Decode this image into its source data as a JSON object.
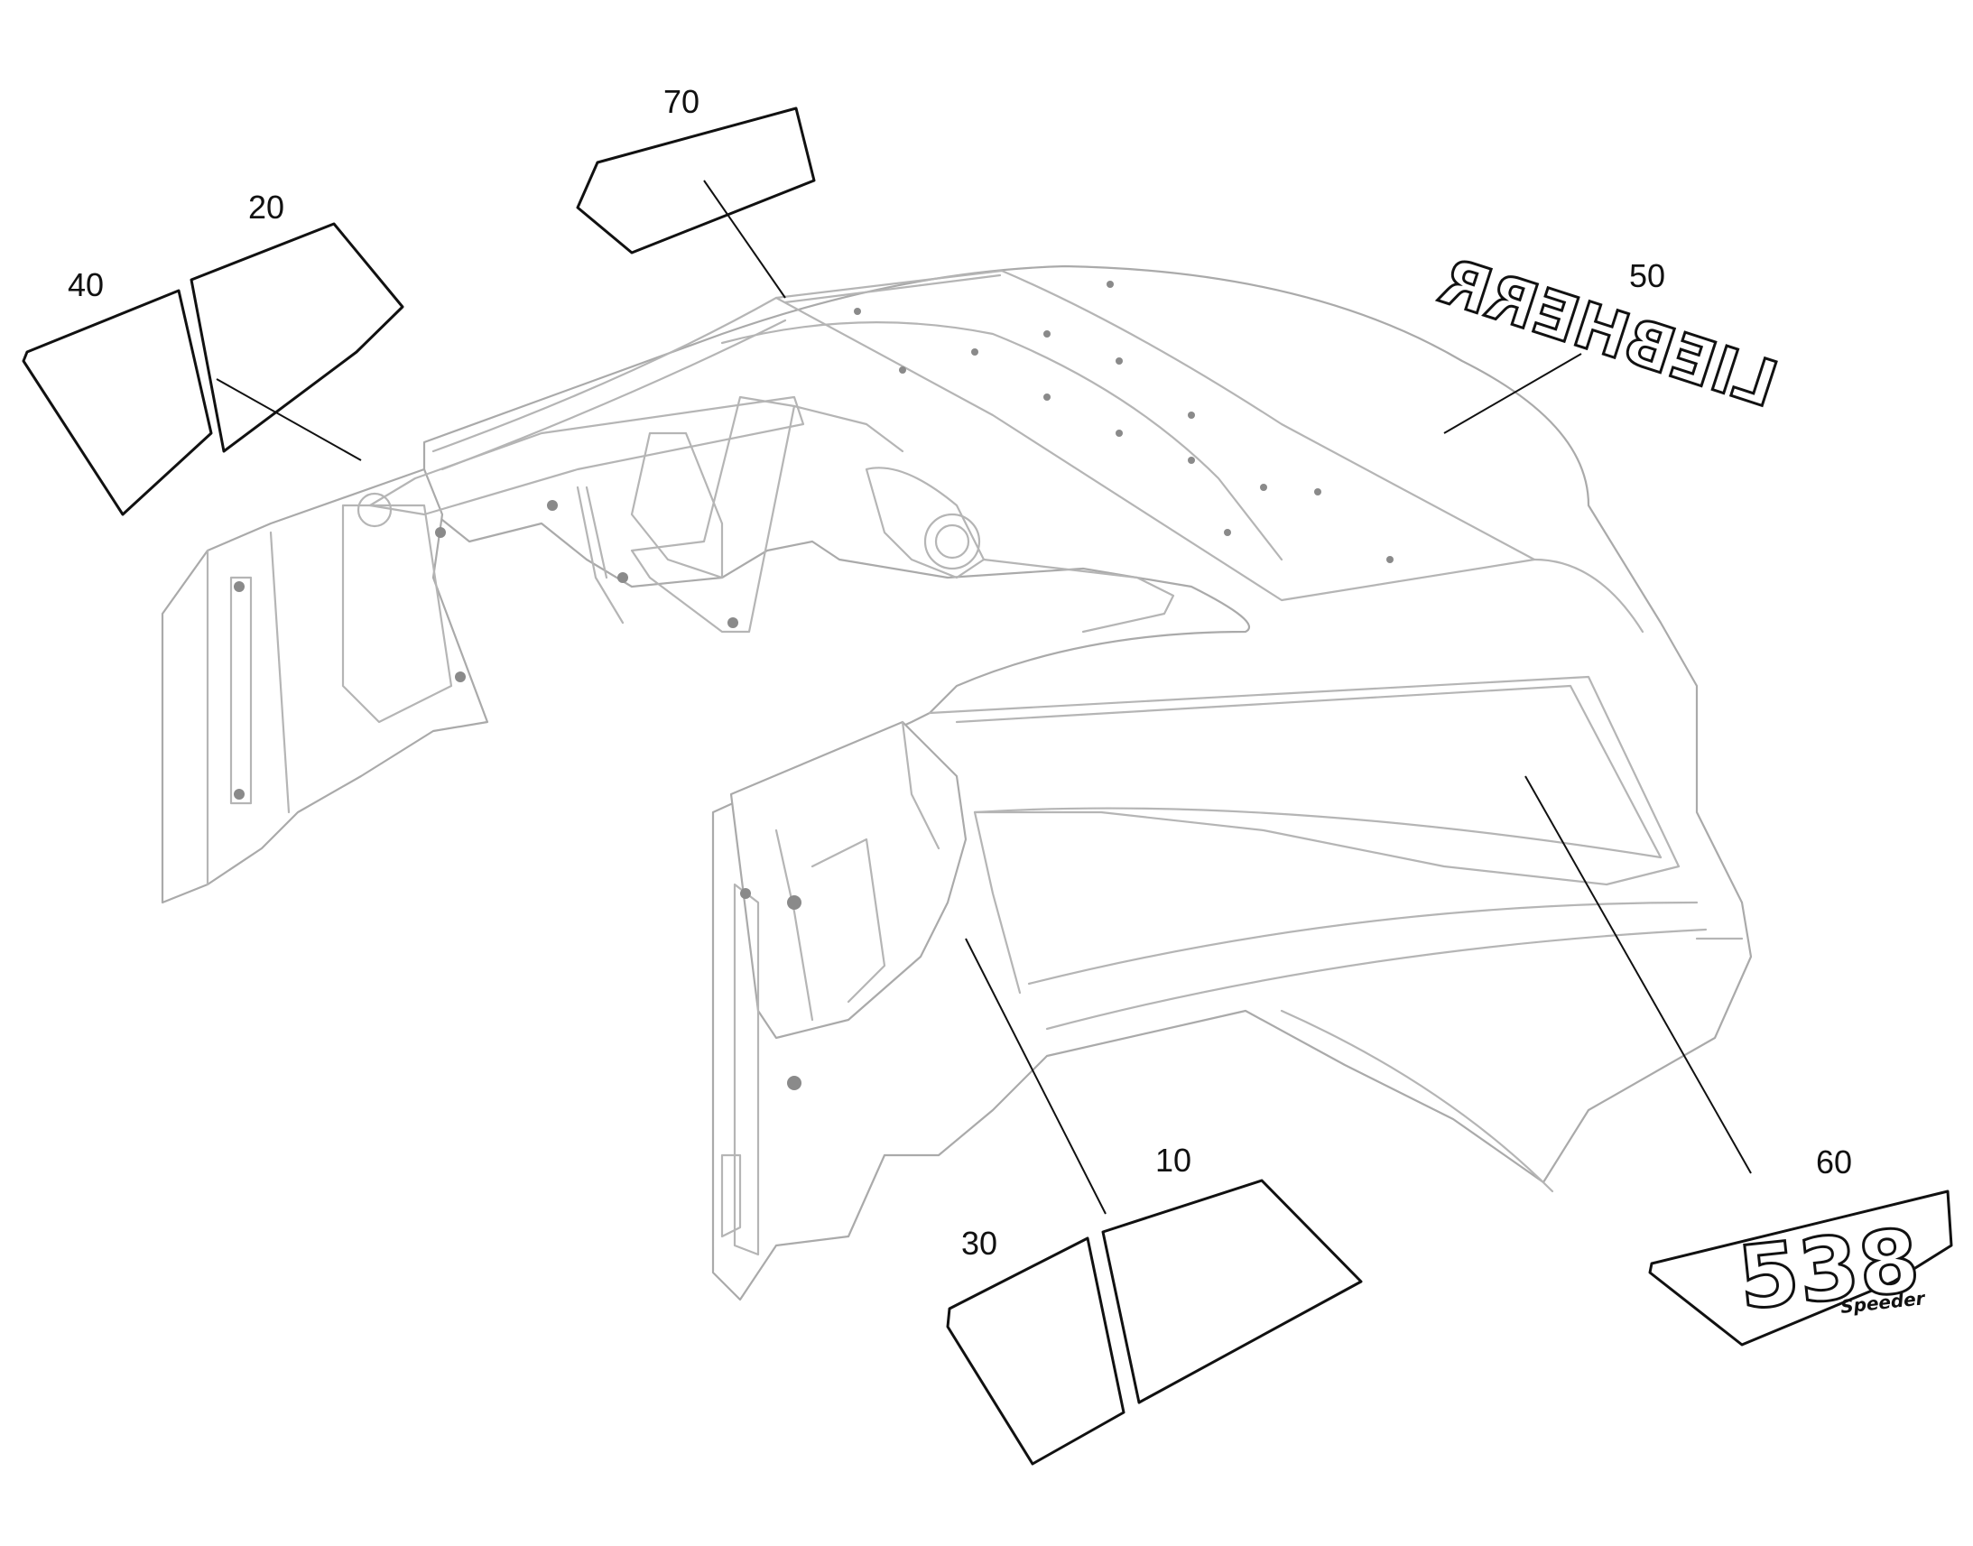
{
  "diagram": {
    "callouts": [
      {
        "id": "10",
        "label": "10"
      },
      {
        "id": "20",
        "label": "20"
      },
      {
        "id": "30",
        "label": "30"
      },
      {
        "id": "40",
        "label": "40"
      },
      {
        "id": "50",
        "label": "50"
      },
      {
        "id": "60",
        "label": "60"
      },
      {
        "id": "70",
        "label": "70"
      }
    ],
    "decals": {
      "brand_logo_text": "LIEBHERR",
      "model_number": "538",
      "model_name": "Speeder"
    }
  },
  "colors": {
    "line": "#111111",
    "body_outline": "#b5b5b5",
    "background": "#ffffff"
  }
}
